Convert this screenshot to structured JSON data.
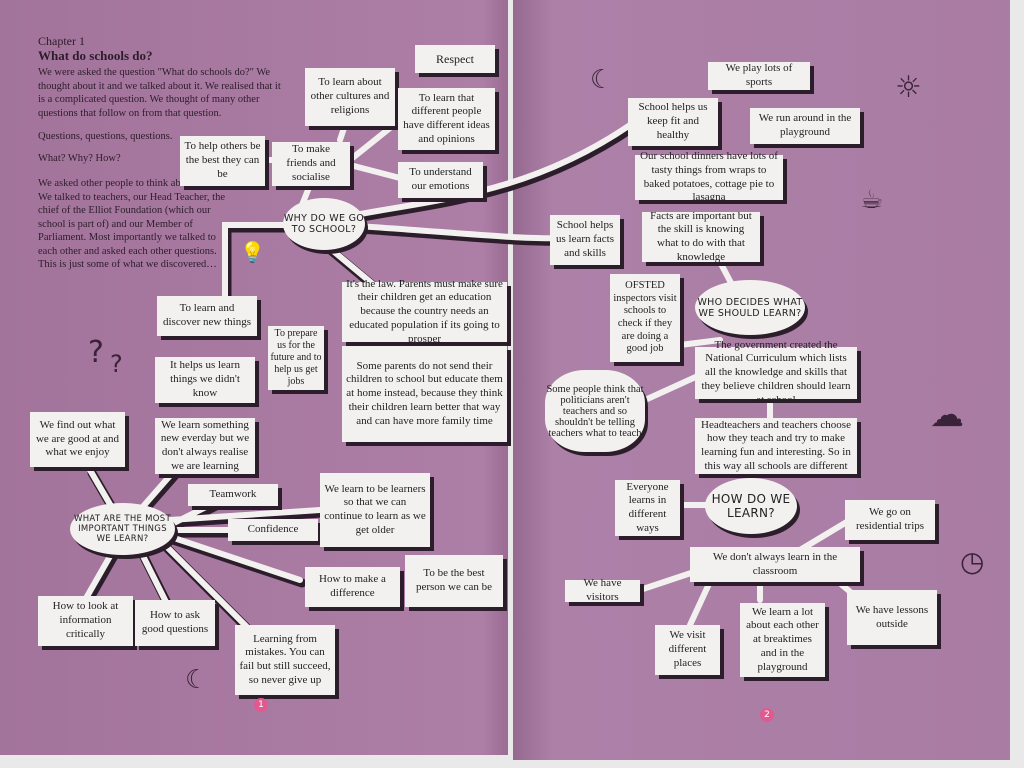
{
  "left": {
    "chapter": "Chapter 1",
    "title": "What do schools do?",
    "intro": [
      "We were asked the question \"What do schools do?\" We thought about it and we talked about it. We realised that it is a complicated question. We thought of many other questions that follow on from that question.",
      "Questions, questions, questions.",
      "What? Why? How?",
      "We asked other people to think about it too. We talked to teachers, our Head Teacher, the chief of the Elliot Foundation (which our school is part of) and our Member of Parliament. Most importantly we talked to each other and asked each other questions. This is just some of what we discovered…"
    ],
    "bubbles": {
      "why": "WHY DO WE GO TO SCHOOL?",
      "what": "WHAT ARE THE MOST IMPORTANT THINGS WE LEARN?"
    },
    "boxes": {
      "respect": "Respect",
      "cultures": "To learn about other cultures and religions",
      "different_people": "To learn that different people have different ideas and opinions",
      "help_others": "To help others be the best they can be",
      "friends": "To make friends and socialise",
      "emotions": "To understand our emotions",
      "discover": "To learn and discover new things",
      "law": "It's the law. Parents must make sure their children get an education because the country needs an educated population if its going to prosper",
      "prepare": "To prepare us for the future and to help us get jobs",
      "home": "Some parents do not send their children to school but educate them at home instead, because they think their children learn better that way and can have more family time",
      "helps_learn": "It helps us learn things we didn't know",
      "new_everyday": "We learn something new everday but we don't always realise we are learning",
      "find_out": "We find out what we are good at and what we enjoy",
      "teamwork": "Teamwork",
      "confidence": "Confidence",
      "learners": "We learn to be learners so that we can continue to learn as we get older",
      "difference": "How to make a difference",
      "best_person": "To be the best person we can be",
      "critically": "How to look at information critically",
      "questions": "How to ask good questions",
      "mistakes": "Learning from mistakes. You can fail but still succeed, so never give up"
    },
    "page_number": "1",
    "doodle": "?"
  },
  "right": {
    "bubbles": {
      "who": "WHO DECIDES WHAT WE SHOULD LEARN?",
      "how": "HOW DO WE LEARN?"
    },
    "boxes": {
      "sports": "We play lots of sports",
      "fit": "School helps us keep fit and healthy",
      "run": "We run around in the playground",
      "dinners": "Our school dinners have lots of tasty things from wraps to baked potatoes, cottage pie to lasagna",
      "facts_skills": "School helps us learn facts and skills",
      "facts_important": "Facts are important but the skill is knowing what to do with that knowledge",
      "ofsted": "OFSTED inspectors visit schools to check if they are doing a good job",
      "politicians": "Some people think that politicians aren't teachers and so shouldn't be telling teachers what to teach",
      "government": "The government created the National Curriculum which lists all the knowledge and skills that they believe children should learn at school",
      "headteachers": "Headteachers and teachers choose how they teach and try to make learning fun and interesting. So in this way all schools are different",
      "everyone": "Everyone learns in different ways",
      "residential": "We go on residential trips",
      "classroom": "We don't always learn in the classroom",
      "visitors": "We have visitors",
      "places": "We visit different places",
      "each_other": "We learn a lot about each other at breaktimes and in the playground",
      "outside": "We have lessons outside"
    },
    "page_number": "2"
  }
}
